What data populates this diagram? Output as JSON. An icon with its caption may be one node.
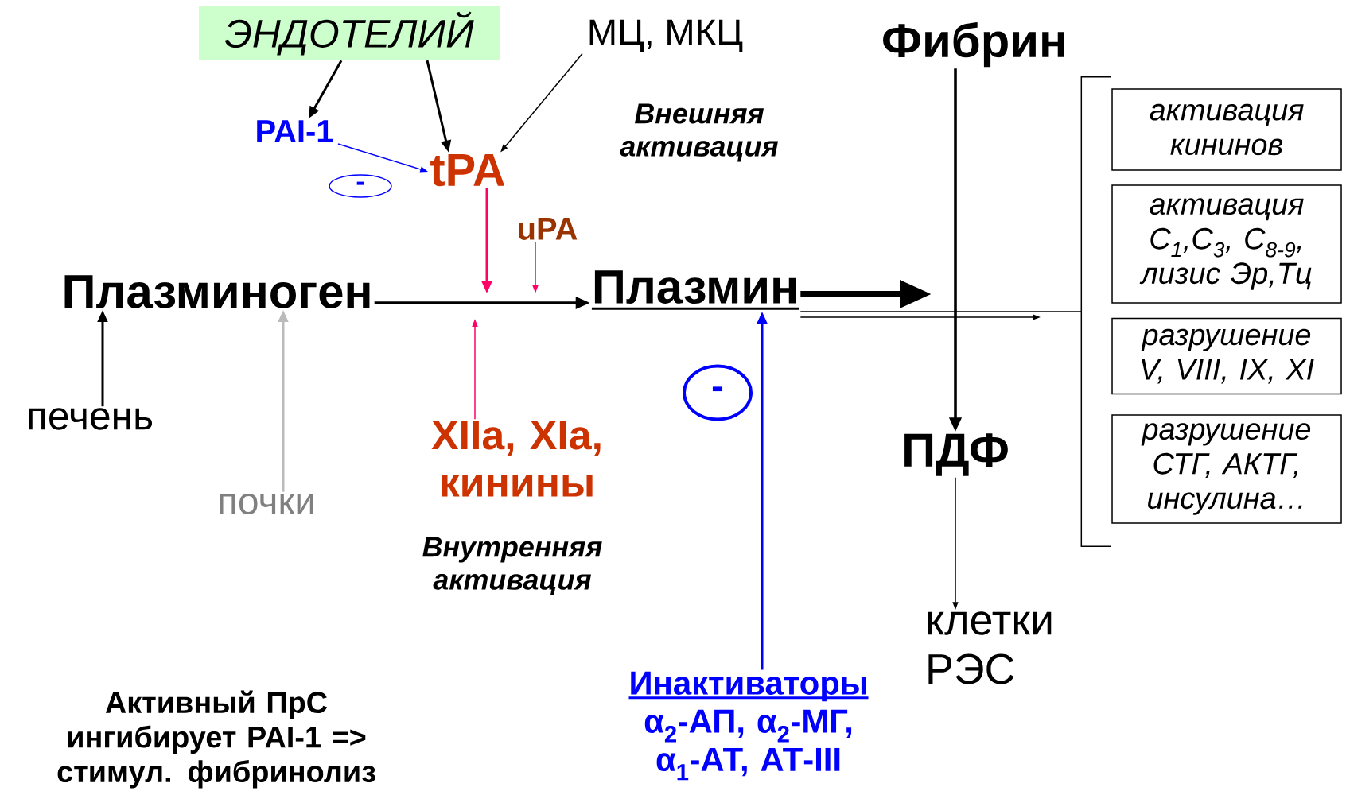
{
  "diagram": {
    "nodes": [
      {
        "text": [
          "ЭНДОТЕЛИЙ"
        ]
      },
      {
        "text": [
          "МЦ, МКЦ"
        ]
      },
      {
        "text": [
          "PAI-1"
        ]
      },
      {
        "text": [
          "tPA"
        ]
      },
      {
        "text": [
          "uPA"
        ]
      },
      {
        "text": [
          "Плазминоген"
        ]
      },
      {
        "text": [
          "Плазмин"
        ]
      },
      {
        "text": [
          "Фибрин"
        ]
      },
      {
        "text": [
          "ПДФ"
        ]
      },
      {
        "text": [
          "клетки РЭС"
        ]
      },
      {
        "text": [
          "печень"
        ]
      },
      {
        "text": [
          "почки"
        ]
      },
      {
        "text": [
          "XIIa, XIa, кинины"
        ]
      },
      {
        "text": [
          "Инактиваторы",
          "α$_{2}$-АП, α$_{2}$-МГ, α$_{1}$-АТ, АТ-III"
        ]
      },
      {
        "text": [
          "-"
        ]
      },
      {
        "text": [
          "-"
        ]
      },
      {
        "text": [],
        "shape": "bracket"
      },
      {
        "text": [
          "активация кининов"
        ]
      },
      {
        "text": [
          "активация C$_{1}$,C$_{3}$, C$_{8-9}$, лизис Эр,Тц"
        ]
      },
      {
        "text": [
          "разрушение V, VIII, IX, XI"
        ]
      },
      {
        "text": [
          "разрушение СТГ, АКТГ, инсулина…"
        ]
      }
    ],
    "edges": [
      {
        "from": 0,
        "to": 2,
        "arrow": "to"
      },
      {
        "from": 0,
        "to": 3,
        "arrow": "to"
      },
      {
        "from": 1,
        "to": 3,
        "arrow": "to"
      },
      {
        "from": 2,
        "to": 3,
        "arrow": "to",
        "color": "#0000ff"
      },
      {
        "from": 5,
        "to": 6,
        "arrow": "to"
      },
      {
        "from": 3,
        "to": null,
        "arrow": "to",
        "color": "#ff0066"
      },
      {
        "from": 4,
        "to": null,
        "arrow": "to",
        "color": "#ff0066"
      },
      {
        "from": 12,
        "to": null,
        "arrow": "to",
        "color": "#ff0066"
      },
      {
        "from": 13,
        "to": 6,
        "arrow": "to",
        "color": "#0000ff"
      },
      {
        "from": 10,
        "to": 5,
        "arrow": "to"
      },
      {
        "from": 11,
        "to": 5,
        "arrow": "to",
        "color": "#bbbbbb"
      },
      {
        "from": 6,
        "to": null,
        "arrow": "to",
        "style": "thick"
      },
      {
        "from": 6,
        "to": null,
        "arrow": "to"
      },
      {
        "from": 6,
        "to": 16,
        "arrow": "none"
      },
      {
        "from": 7,
        "to": 8,
        "arrow": "to"
      },
      {
        "from": 8,
        "to": 9,
        "arrow": "to"
      }
    ],
    "labels": [
      "Внешняя активация",
      "Внутренняя активация",
      "Активный ПрС ингибирует PAI-1 => стимул. фибринолиз"
    ]
  }
}
